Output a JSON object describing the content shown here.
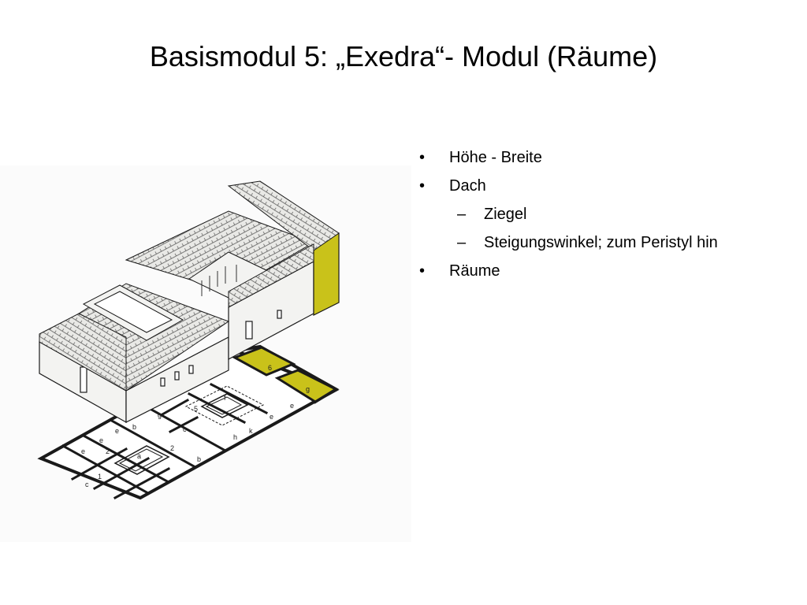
{
  "slide": {
    "title": "Basismodul 5: „Exedra“- Modul (Räume)"
  },
  "bullets": [
    {
      "text": "Höhe - Breite",
      "marker": "•"
    },
    {
      "text": "Dach",
      "marker": "•",
      "children": [
        {
          "text": "Ziegel",
          "marker": "–"
        },
        {
          "text": "Steigungswinkel; zum Peristyl hin",
          "marker": "–"
        }
      ]
    },
    {
      "text": "Räume",
      "marker": "•"
    }
  ],
  "figure": {
    "labels": {
      "a": "a",
      "b1": "b",
      "b2": "b",
      "c1": "c",
      "c2": "c",
      "e1": "e",
      "e2": "e",
      "e3": "e",
      "e4": "e",
      "e5": "e",
      "f": "f",
      "g1": "g",
      "g2": "g",
      "h": "h",
      "k": "k",
      "n1": "1",
      "n2a": "2",
      "n2b": "2",
      "n5": "5",
      "n6": "6"
    },
    "colors": {
      "highlight": "#c9c21a",
      "line": "#1a1a1a",
      "wall": "#f3f3f1"
    }
  }
}
